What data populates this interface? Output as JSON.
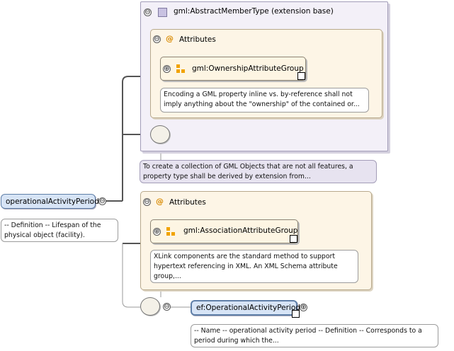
{
  "extension_box": {
    "title": "gml:AbstractMemberType (extension base)",
    "attributes_label": "Attributes",
    "group": {
      "name": "gml:OwnershipAttributeGroup",
      "note": "Encoding a GML property inline vs. by-reference shall not imply anything about the \"ownership\" of the contained or..."
    }
  },
  "extension_note": "To create a collection of GML Objects that are not all features, a property type shall be derived by extension from...",
  "attributes_box": {
    "label": "Attributes",
    "group": {
      "name": "gml:AssociationAttributeGroup",
      "note": "XLink components are the standard method to support hypertext referencing in XML. An XML Schema attribute group,..."
    }
  },
  "root_element": {
    "name": "operationalActivityPeriod",
    "note": "-- Definition -- Lifespan of the physical object (facility)."
  },
  "child_element": {
    "name": "ef:OperationalActivityPeriod",
    "note": "-- Name -- operational activity period -- Definition -- Corresponds to a period during which the..."
  },
  "icons": {
    "collapse": "⊖",
    "expand": "⊕",
    "at": "@"
  }
}
